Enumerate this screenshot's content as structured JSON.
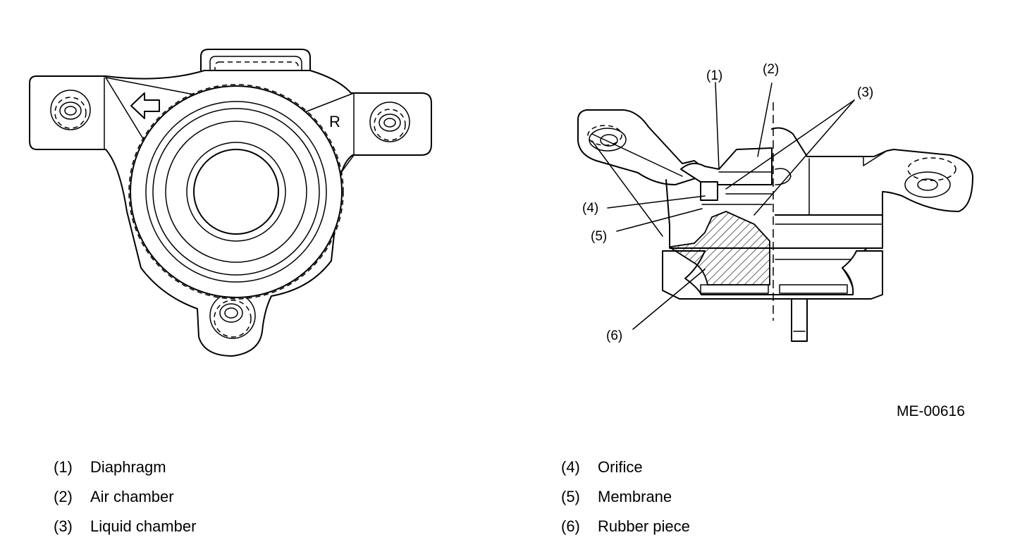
{
  "figure": {
    "code": "ME-00616",
    "arrow_mark": "R",
    "callouts": [
      "(1)",
      "(2)",
      "(3)",
      "(4)",
      "(5)",
      "(6)"
    ]
  },
  "legend": [
    {
      "num": "(1)",
      "label": "Diaphragm"
    },
    {
      "num": "(2)",
      "label": "Air chamber"
    },
    {
      "num": "(3)",
      "label": "Liquid chamber"
    },
    {
      "num": "(4)",
      "label": "Orifice"
    },
    {
      "num": "(5)",
      "label": "Membrane"
    },
    {
      "num": "(6)",
      "label": "Rubber piece"
    }
  ]
}
